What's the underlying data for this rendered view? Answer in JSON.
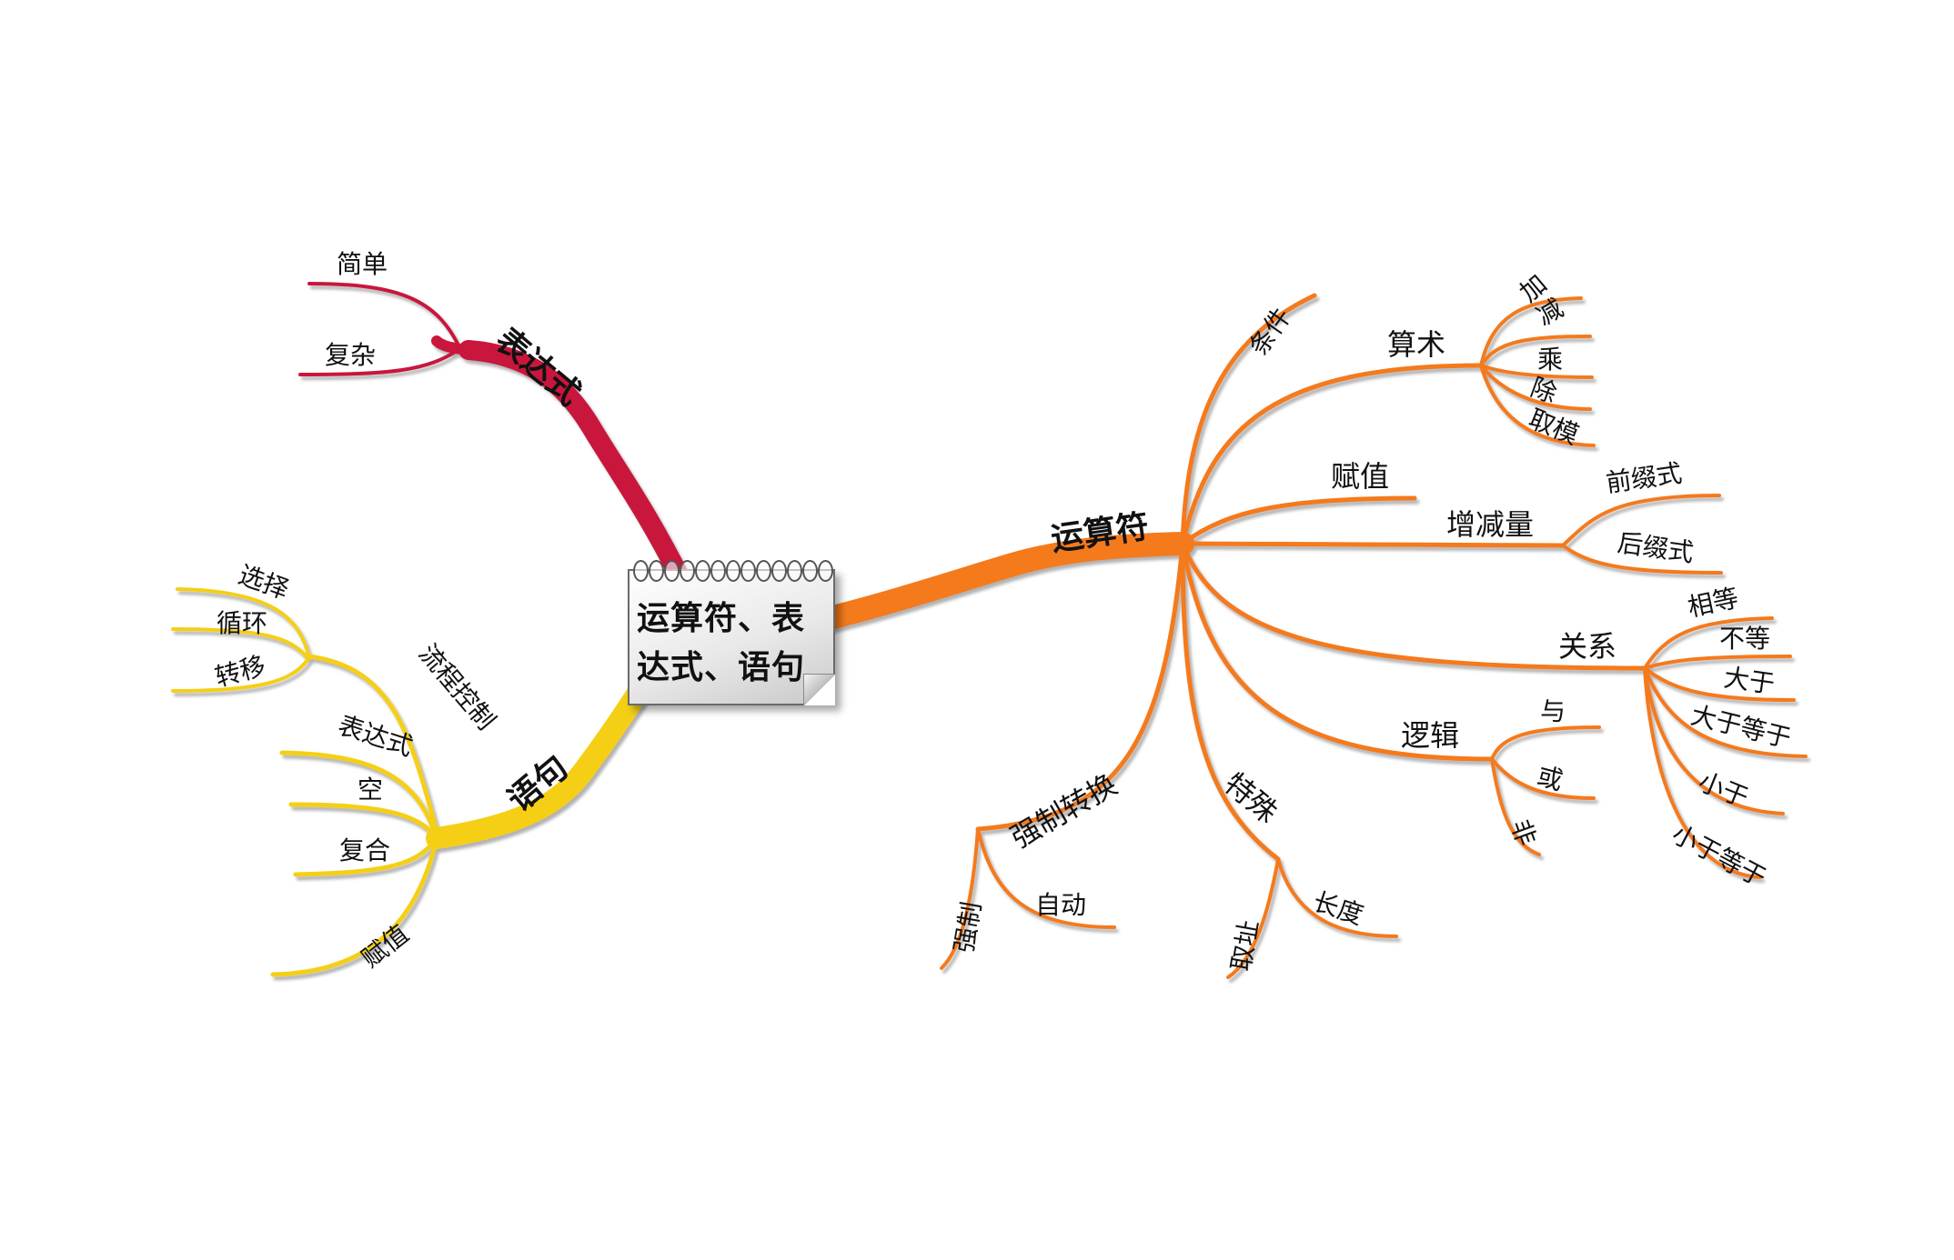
{
  "center": {
    "title": "运算符、表达式、语句"
  },
  "colors": {
    "expression": "#c8173e",
    "statement": "#f5cf12",
    "operator": "#f47a1d",
    "shadow": "#b8b8b8"
  },
  "labels": {
    "expr": "表达式",
    "expr_simple": "简单",
    "expr_complex": "复杂",
    "stmt": "语句",
    "flow": "流程控制",
    "flow_select": "选择",
    "flow_loop": "循环",
    "flow_transfer": "转移",
    "stmt_expr": "表达式",
    "stmt_empty": "空",
    "stmt_compound": "复合",
    "stmt_assign": "赋值",
    "op": "运算符",
    "op_cond": "条件",
    "op_arith": "算术",
    "arith_add": "加",
    "arith_sub": "减",
    "arith_mul": "乘",
    "arith_div": "除",
    "arith_mod": "取模",
    "op_assign": "赋值",
    "op_incdec": "增减量",
    "incdec_prefix": "前缀式",
    "incdec_suffix": "后缀式",
    "op_rel": "关系",
    "rel_eq": "相等",
    "rel_ne": "不等",
    "rel_gt": "大于",
    "rel_ge": "大于等于",
    "rel_lt": "小于",
    "rel_le": "小于等于",
    "op_logic": "逻辑",
    "logic_and": "与",
    "logic_or": "或",
    "logic_not": "非",
    "op_special": "特殊",
    "special_addr": "取址",
    "special_len": "长度",
    "op_cast": "强制转换",
    "cast_force": "强制",
    "cast_auto": "自动"
  }
}
